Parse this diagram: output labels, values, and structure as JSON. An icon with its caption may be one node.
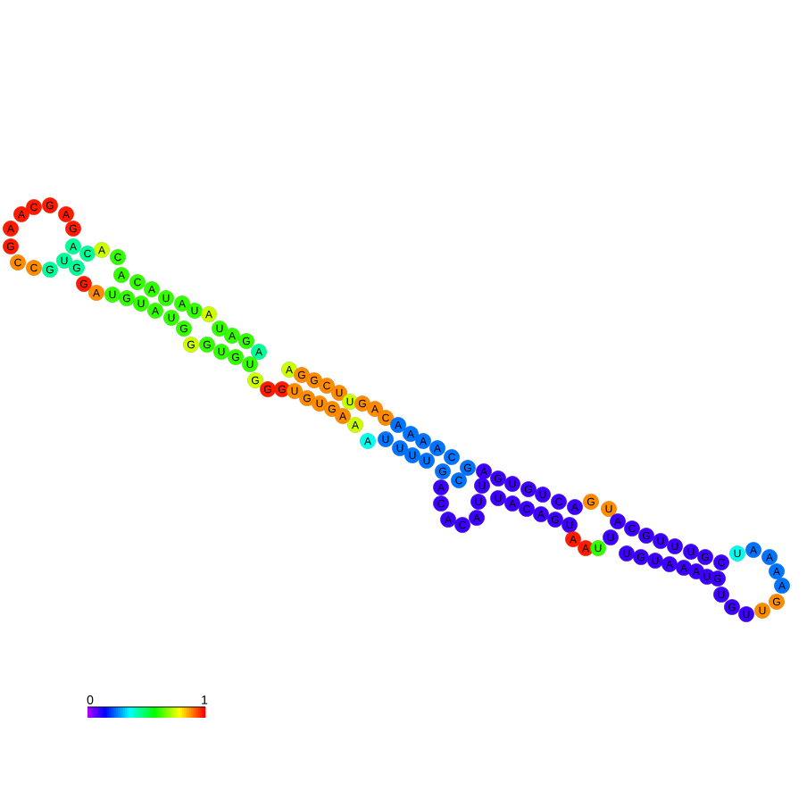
{
  "diagram": {
    "nodes": [
      {
        "text": [
          "A"
        ]
      },
      {
        "text": [
          "C"
        ]
      },
      {
        "text": [
          "G"
        ]
      },
      {
        "text": [
          "A"
        ]
      },
      {
        "text": [
          "G"
        ]
      },
      {
        "text": [
          "A"
        ]
      },
      {
        "text": [
          "G"
        ]
      },
      {
        "text": [
          "C"
        ]
      },
      {
        "text": [
          "C"
        ]
      },
      {
        "text": [
          "G"
        ]
      },
      {
        "text": [
          "U"
        ]
      },
      {
        "text": [
          "A"
        ]
      },
      {
        "text": [
          "C"
        ]
      },
      {
        "text": [
          "A"
        ]
      },
      {
        "text": [
          "G"
        ]
      },
      {
        "text": [
          "G"
        ]
      },
      {
        "text": [
          "A"
        ]
      },
      {
        "text": [
          "C"
        ]
      },
      {
        "text": [
          "A"
        ]
      },
      {
        "text": [
          "C"
        ]
      },
      {
        "text": [
          "A"
        ]
      },
      {
        "text": [
          "U"
        ]
      },
      {
        "text": [
          "A"
        ]
      },
      {
        "text": [
          "U"
        ]
      },
      {
        "text": [
          "A"
        ]
      },
      {
        "text": [
          "U"
        ]
      },
      {
        "text": [
          "G"
        ]
      },
      {
        "text": [
          "U"
        ]
      },
      {
        "text": [
          "A"
        ]
      },
      {
        "text": [
          "U"
        ]
      },
      {
        "text": [
          "G"
        ]
      },
      {
        "text": [
          "G"
        ]
      },
      {
        "text": [
          "G"
        ]
      },
      {
        "text": [
          "U"
        ]
      },
      {
        "text": [
          "A"
        ]
      },
      {
        "text": [
          "G"
        ]
      },
      {
        "text": [
          "A"
        ]
      },
      {
        "text": [
          "U"
        ]
      },
      {
        "text": [
          "G"
        ]
      },
      {
        "text": [
          "U"
        ]
      },
      {
        "text": [
          "G"
        ]
      },
      {
        "text": [
          "G"
        ]
      },
      {
        "text": [
          "G"
        ]
      },
      {
        "text": [
          "A"
        ]
      },
      {
        "text": [
          "G"
        ]
      },
      {
        "text": [
          "G"
        ]
      },
      {
        "text": [
          "C"
        ]
      },
      {
        "text": [
          "U"
        ]
      },
      {
        "text": [
          "U"
        ]
      },
      {
        "text": [
          "G"
        ]
      },
      {
        "text": [
          "A"
        ]
      },
      {
        "text": [
          "C"
        ]
      },
      {
        "text": [
          "U"
        ]
      },
      {
        "text": [
          "G"
        ]
      },
      {
        "text": [
          "U"
        ]
      },
      {
        "text": [
          "G"
        ]
      },
      {
        "text": [
          "A"
        ]
      },
      {
        "text": [
          "A"
        ]
      },
      {
        "text": [
          "A"
        ]
      },
      {
        "text": [
          "A"
        ]
      },
      {
        "text": [
          "A"
        ]
      },
      {
        "text": [
          "A"
        ]
      },
      {
        "text": [
          "A"
        ]
      },
      {
        "text": [
          "C"
        ]
      },
      {
        "text": [
          "G"
        ]
      },
      {
        "text": [
          "U"
        ]
      },
      {
        "text": [
          "U"
        ]
      },
      {
        "text": [
          "U"
        ]
      },
      {
        "text": [
          "U"
        ]
      },
      {
        "text": [
          "G"
        ]
      },
      {
        "text": [
          "C"
        ]
      },
      {
        "text": [
          "A"
        ]
      },
      {
        "text": [
          "C"
        ]
      },
      {
        "text": [
          "A"
        ]
      },
      {
        "text": [
          "C"
        ]
      },
      {
        "text": [
          "A"
        ]
      },
      {
        "text": [
          "U"
        ]
      },
      {
        "text": [
          "U"
        ]
      },
      {
        "text": [
          "A"
        ]
      },
      {
        "text": [
          "G"
        ]
      },
      {
        "text": [
          "U"
        ]
      },
      {
        "text": [
          "G"
        ]
      },
      {
        "text": [
          "U"
        ]
      },
      {
        "text": [
          "C"
        ]
      },
      {
        "text": [
          "A"
        ]
      },
      {
        "text": [
          "G"
        ]
      },
      {
        "text": [
          "U"
        ]
      },
      {
        "text": [
          "U"
        ]
      },
      {
        "text": [
          "A"
        ]
      },
      {
        "text": [
          "C"
        ]
      },
      {
        "text": [
          "A"
        ]
      },
      {
        "text": [
          "G"
        ]
      },
      {
        "text": [
          "U"
        ]
      },
      {
        "text": [
          "A"
        ]
      },
      {
        "text": [
          "A"
        ]
      },
      {
        "text": [
          "U"
        ]
      },
      {
        "text": [
          "U"
        ]
      },
      {
        "text": [
          "A"
        ]
      },
      {
        "text": [
          "C"
        ]
      },
      {
        "text": [
          "G"
        ]
      },
      {
        "text": [
          "U"
        ]
      },
      {
        "text": [
          "U"
        ]
      },
      {
        "text": [
          "U"
        ]
      },
      {
        "text": [
          "G"
        ]
      },
      {
        "text": [
          "C"
        ]
      },
      {
        "text": [
          "U"
        ]
      },
      {
        "text": [
          "A"
        ]
      },
      {
        "text": [
          "A"
        ]
      },
      {
        "text": [
          "A"
        ]
      },
      {
        "text": [
          "A"
        ]
      },
      {
        "text": [
          "G"
        ]
      },
      {
        "text": [
          "U"
        ]
      },
      {
        "text": [
          "U"
        ]
      },
      {
        "text": [
          "G"
        ]
      },
      {
        "text": [
          "U"
        ]
      },
      {
        "text": [
          "G"
        ]
      },
      {
        "text": [
          "U"
        ]
      },
      {
        "text": [
          "G"
        ]
      },
      {
        "text": [
          "U"
        ]
      },
      {
        "text": [
          "A"
        ]
      },
      {
        "text": [
          "A"
        ]
      },
      {
        "text": [
          "A"
        ]
      },
      {
        "text": [
          "U"
        ]
      }
    ],
    "labels": [
      "0",
      "1"
    ]
  }
}
